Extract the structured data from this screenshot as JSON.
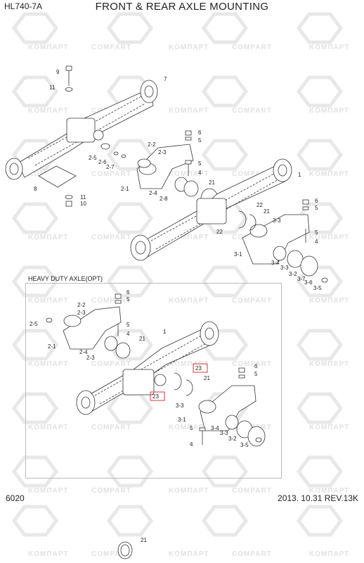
{
  "header": {
    "model": "HL740-7A",
    "title": "FRONT & REAR AXLE MOUNTING"
  },
  "section_label": "HEAVY DUTY AXLE(OPT)",
  "footer": {
    "page_code": "6020",
    "date_rev": "2013. 10.31  REV.13K"
  },
  "watermark": {
    "brand_ru": "KOMПAPT",
    "brand_en": "COMPART"
  },
  "upper_labels": {
    "p9": "9",
    "p11": "11",
    "p7": "7",
    "p6": "6",
    "p5": "5",
    "p2_2": "2-2",
    "p2_3": "2-3",
    "p2_5": "2-5",
    "p2_6": "2-6",
    "p2_7": "2-7",
    "p5b": "5",
    "p4": "4",
    "p21": "21",
    "p1": "1",
    "p2_1": "2-1",
    "p2_4": "2-4",
    "p2_8": "2-8",
    "p8": "8",
    "p11b": "11",
    "p10": "10",
    "p6b": "6",
    "p5c": "5",
    "p22": "22",
    "p21b": "21",
    "p22b": "22",
    "p3_3": "3-3",
    "p5d": "5",
    "p4b": "4",
    "p3_1": "3-1",
    "p3_4": "3-4",
    "p3_3b": "3-3",
    "p3_2": "3-2",
    "p3_7": "3-7",
    "p3_6": "3-6",
    "p3_5": "3-5"
  },
  "lower_labels": {
    "p6": "6",
    "p5": "5",
    "p2_2": "2-2",
    "p2_3": "2-3",
    "p2_5": "2-5",
    "p5b": "5",
    "p4": "4",
    "p2_1": "2-1",
    "p1": "1",
    "p21": "21",
    "p2_4": "2-4",
    "p2_3b": "2-3",
    "p23": "23",
    "p21b": "21",
    "p6b": "6",
    "p5c": "5",
    "p23b": "23",
    "p3_3": "3-3",
    "p3_1": "3-1",
    "p5d": "5",
    "p3_4": "3-4",
    "p3_3b": "3-3",
    "p3_2": "3-2",
    "p4b": "4",
    "p3_5": "3-5"
  },
  "extra_labels": {
    "p21": "21"
  },
  "colors": {
    "line": "#333333",
    "watermark": "#cfcfcf",
    "highlight": "#d23a3a"
  }
}
